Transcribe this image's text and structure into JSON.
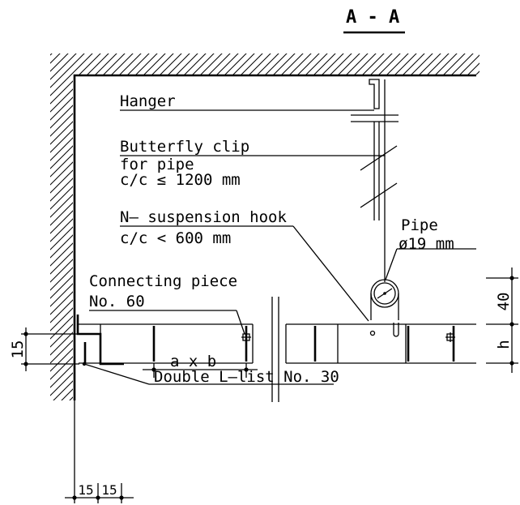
{
  "title": "A - A",
  "labels": {
    "hanger": "Hanger",
    "butterfly_clip": "Butterfly clip",
    "for_pipe": "for pipe",
    "clip_spacing": "c/c ≤ 1200 mm",
    "suspension_hook": "N– suspension hook",
    "hook_spacing": "c/c < 600 mm",
    "pipe": "Pipe",
    "pipe_diameter": "ø19 mm",
    "connecting_piece": "Connecting piece",
    "connecting_piece_no": "No. 60",
    "double_l_list": "Double L–list No. 30",
    "panel_size": "a x b"
  },
  "dimensions": {
    "dim_40": "40",
    "dim_h": "h",
    "dim_15_left": "15",
    "dim_15_bottom_a": "15",
    "dim_15_bottom_b": "15"
  }
}
